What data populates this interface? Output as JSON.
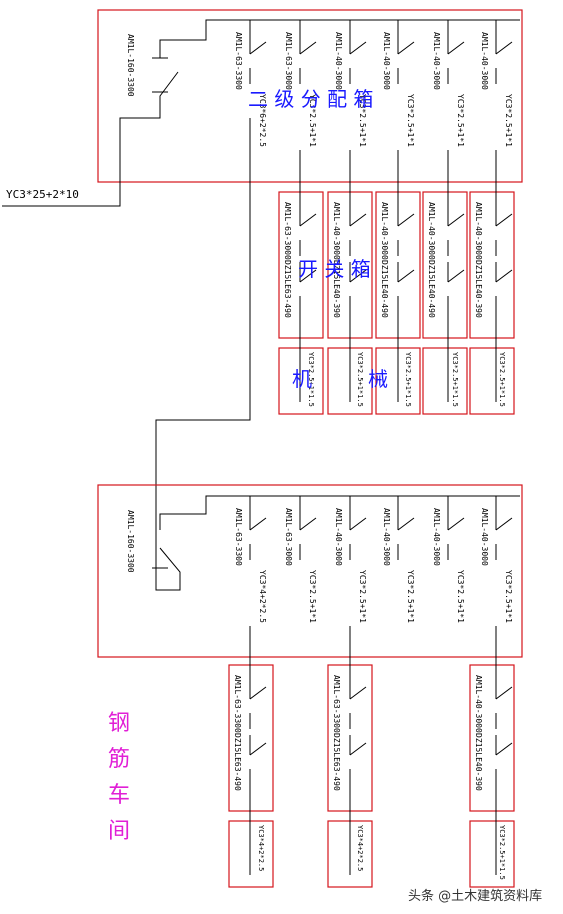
{
  "feeder_label": "YC3*25+2*10",
  "top_box": {
    "title": "二 级 分 配 箱",
    "main_breaker": "AM1L-160-3300",
    "branch_breakers": [
      "AM1L-63-3300",
      "AM1L-63-3000",
      "AM1L-40-3000",
      "AM1L-40-3000",
      "AM1L-40-3000",
      "AM1L-40-3000"
    ],
    "cables": [
      "YC3*6+2*2.5",
      "YC3*2.5+1*1",
      "YC3*2.5+1*1",
      "YC3*2.5+1*1",
      "YC3*2.5+1*1",
      "YC3*2.5+1*1"
    ]
  },
  "switch_boxes_top": {
    "title": "开 关 箱",
    "items": [
      {
        "breaker": "AM1L-63-3000",
        "leakage": "DZ15LE63-490"
      },
      {
        "breaker": "AM1L-40-3000",
        "leakage": "DZ15LE40-390"
      },
      {
        "breaker": "AM1L-40-3000",
        "leakage": "DZ15LE40-490"
      },
      {
        "breaker": "AM1L-40-3000",
        "leakage": "DZ15LE40-490"
      },
      {
        "breaker": "AM1L-40-3000",
        "leakage": "DZ15LE40-390"
      }
    ],
    "outputs": [
      "YC3*2.5+1*1.5",
      "YC3*2.5+1*1.5",
      "YC3*2.5+1*1.5",
      "YC3*2.5+1*1.5",
      "YC3*2.5+1*1.5"
    ]
  },
  "machine_label": {
    "left": "机",
    "right": "械"
  },
  "bottom_box": {
    "main_breaker": "AM1L-160-3300",
    "branch_breakers": [
      "AM1L-63-3300",
      "AM1L-63-3000",
      "AM1L-40-3000",
      "AM1L-40-3000",
      "AM1L-40-3000",
      "AM1L-40-3000"
    ],
    "cables": [
      "YC3*4+2*2.5",
      "YC3*2.5+1*1",
      "YC3*2.5+1*1",
      "YC3*2.5+1*1",
      "YC3*2.5+1*1",
      "YC3*2.5+1*1"
    ]
  },
  "switch_boxes_bottom": {
    "items": [
      {
        "breaker": "AM1L-63-3300",
        "leakage": "DZ15LE63-490"
      },
      {
        "breaker": "AM1L-63-3300",
        "leakage": "DZ15LE63-490"
      },
      {
        "breaker": "AM1L-40-3000",
        "leakage": "DZ15LE40-390"
      }
    ],
    "outputs": [
      "YC3*4+2*2.5",
      "YC3*4+2*2.5",
      "YC3*2.5+1*1.5"
    ]
  },
  "workshop_label": [
    "钢",
    "筋",
    "车",
    "间"
  ],
  "watermark": "头条 @土木建筑资料库",
  "colors": {
    "box": "#d4141c",
    "wire": "#000000",
    "title": "#1a1aff",
    "workshop": "#e11fd6"
  }
}
